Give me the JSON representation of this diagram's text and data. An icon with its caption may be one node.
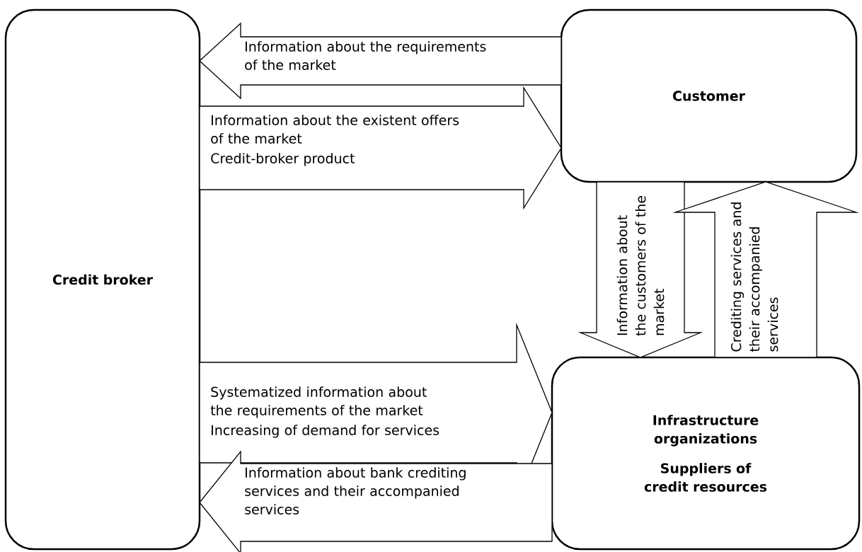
{
  "diagram": {
    "nodes": [
      {
        "text": [
          "Credit broker"
        ]
      },
      {
        "text": [
          "Customer"
        ]
      },
      {
        "text": [
          "Infrastructure organizations",
          "Suppliers of credit resources"
        ]
      }
    ],
    "edges": [
      {
        "from": 1,
        "to": 0,
        "arrow": "to",
        "label": "Information about the requirements of the market"
      },
      {
        "from": 0,
        "to": 1,
        "arrow": "to",
        "label": "Information about the existent offers of the market"
      },
      {
        "from": 1,
        "to": 2,
        "arrow": "to",
        "label": "Information about the customers of the market"
      },
      {
        "from": 2,
        "to": 1,
        "arrow": "to",
        "label": "Crediting services and their accompanied services"
      },
      {
        "from": 0,
        "to": 2,
        "arrow": "to",
        "label": "Systematized information about the requirements of the market"
      },
      {
        "from": 2,
        "to": 0,
        "arrow": "to",
        "label": "Information about bank crediting services and their accompanied services"
      }
    ],
    "labels": [
      "Credit-broker product",
      "Increasing of demand for services"
    ]
  }
}
